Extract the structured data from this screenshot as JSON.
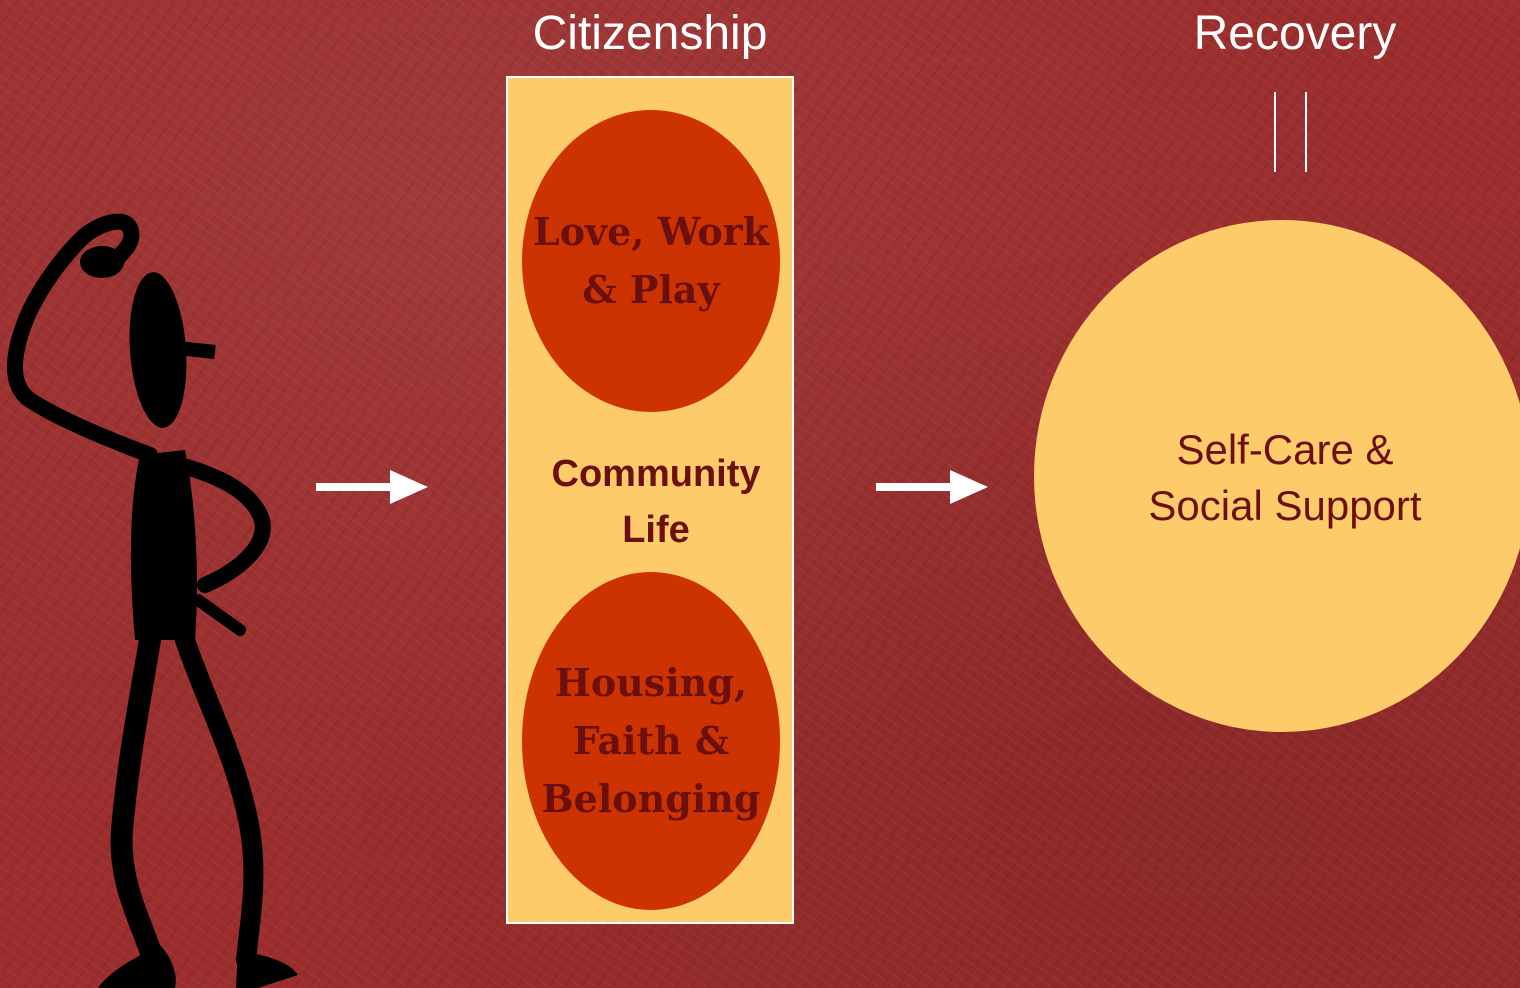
{
  "headings": {
    "citizenship": "Citizenship",
    "recovery": "Recovery"
  },
  "citizenship_panel": {
    "top_oval": {
      "line1": "Love, Work",
      "line2": "& Play"
    },
    "middle_label": {
      "line1": "Community",
      "line2": "Life"
    },
    "bottom_oval": {
      "line1": "Housing,",
      "line2": "Faith &",
      "line3": "Belonging"
    }
  },
  "recovery_circle": {
    "line1": "Self-Care &",
    "line2": "Social Support"
  },
  "icons": {
    "person": "thinking-stick-figure-icon",
    "arrow": "right-arrow-icon",
    "equals": "equals-sign-icon"
  },
  "colors": {
    "background": "#9b2d2d",
    "panel": "#fecb6b",
    "oval": "#cc3300",
    "dark_text": "#6b0f0f",
    "white": "#ffffff"
  }
}
